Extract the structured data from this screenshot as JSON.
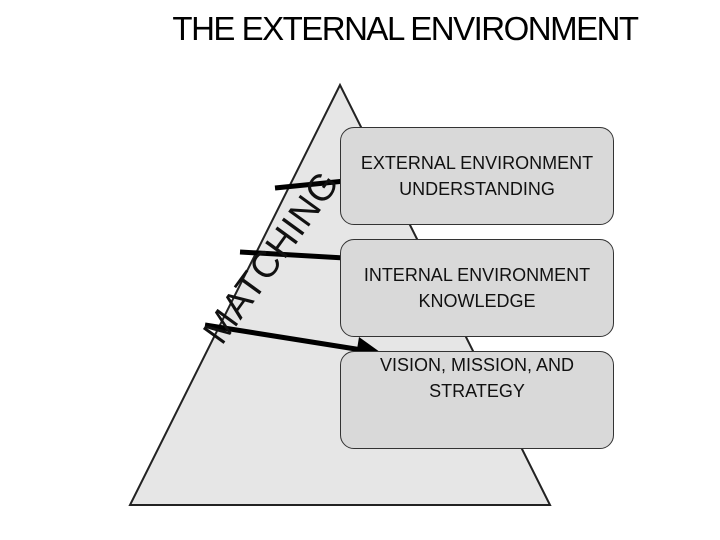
{
  "title": "THE EXTERNAL ENVIRONMENT",
  "side_label": "MATCHING",
  "boxes": [
    {
      "text": "EXTERNAL ENVIRONMENT UNDERSTANDING"
    },
    {
      "text": "INTERNAL ENVIRONMENT KNOWLEDGE"
    },
    {
      "text": "VISION, MISSION, AND STRATEGY"
    }
  ],
  "colors": {
    "pyramid_fill": "#e6e6e6",
    "box_fill": "#d9d9d9",
    "outline": "#333333",
    "arrow": "#000000"
  }
}
